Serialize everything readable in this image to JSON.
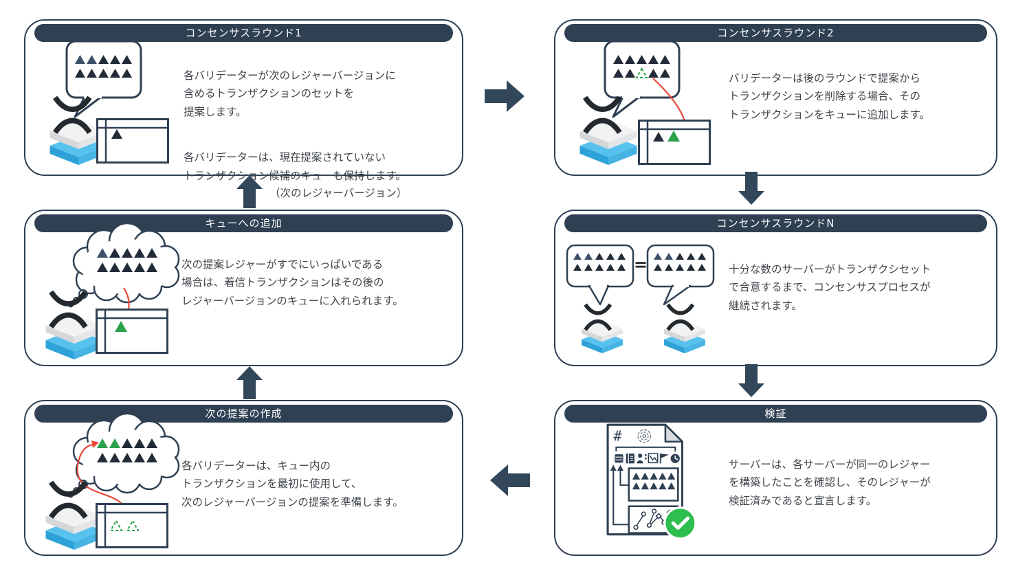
{
  "colors": {
    "navy": "#2F4053",
    "dark_triangle": "#222B38",
    "slate_triangle": "#3C5168",
    "green": "#2BA34C",
    "check_green": "#2EBD4F",
    "red": "#E74A3B",
    "ledger_blue": "#58C2EE",
    "xrp_black": "#23292F"
  },
  "flow": {
    "next_ledger_label": "（次のレジャーバージョン）",
    "equals_sign": "=",
    "arrows": [
      {
        "direction": "right",
        "from": "consensus-round-1",
        "to": "consensus-round-2"
      },
      {
        "direction": "down",
        "from": "consensus-round-2",
        "to": "consensus-round-n"
      },
      {
        "direction": "down",
        "from": "consensus-round-n",
        "to": "validation"
      },
      {
        "direction": "left",
        "from": "validation",
        "to": "next-proposal"
      },
      {
        "direction": "up",
        "from": "next-proposal",
        "to": "queue-addition"
      },
      {
        "direction": "up",
        "from": "queue-addition",
        "to": "consensus-round-1",
        "label": "（次のレジャーバージョン）"
      }
    ]
  },
  "boxes": [
    {
      "id": "consensus-round-1",
      "title": "コンセンサスラウンド1",
      "p1": "各バリデーターが次のレジャーバージョンに\n含めるトランザクションのセットを\n提案します。",
      "p2": "各バリデーターは、現在提案されていない\nトランザクション候補のキューも保持します。",
      "icons": [
        "proposal-speech-bubble",
        "transaction-triangles",
        "xrp-server",
        "queue-table"
      ]
    },
    {
      "id": "consensus-round-2",
      "title": "コンセンサスラウンド2",
      "p1": "バリデーターは後のラウンドで提案から\nトランザクションを削除する場合、その\nトランザクションをキューに追加します。",
      "icons": [
        "proposal-speech-bubble",
        "removed-transaction-dashed-triangle",
        "red-arrow-to-queue",
        "xrp-server",
        "queue-table"
      ]
    },
    {
      "id": "queue-addition",
      "title": "キューへの追加",
      "p1": "次の提案レジャーがすでにいっぱいである\n場合は、着信トランザクションはその後の\nレジャーバージョンのキューに入れられます。",
      "icons": [
        "thought-cloud",
        "transaction-triangles",
        "red-arrow-to-queue",
        "xrp-server",
        "queue-table"
      ]
    },
    {
      "id": "consensus-round-n",
      "title": "コンセンサスラウンドN",
      "p1": "十分な数のサーバーがトランザクシセット\nで合意するまで、コンセンサスプロセスが\n継続されます。",
      "icons": [
        "proposal-speech-bubble",
        "equals-sign",
        "proposal-speech-bubble",
        "xrp-server",
        "xrp-server"
      ]
    },
    {
      "id": "next-proposal",
      "title": "次の提案の作成",
      "p1": "各バリデーターは、キュー内の\nトランザクションを最初に使用して、\n次のレジャーバージョンの提案を準備します。",
      "icons": [
        "thought-cloud",
        "queued-transactions-green-triangles",
        "red-arrow-from-queue",
        "xrp-server",
        "queue-table"
      ]
    },
    {
      "id": "validation",
      "title": "検証",
      "p1": "サーバーは、各サーバーが同一のレジャー\nを構築したことを確認し、そのレジャーが\n検証済みであると宣言します。",
      "doc": {
        "hash_symbol": "#"
      },
      "icons": [
        "ledger-document",
        "fingerprint",
        "ledger-data-icons",
        "transaction-triangles",
        "state-graph",
        "green-check-badge"
      ]
    }
  ]
}
